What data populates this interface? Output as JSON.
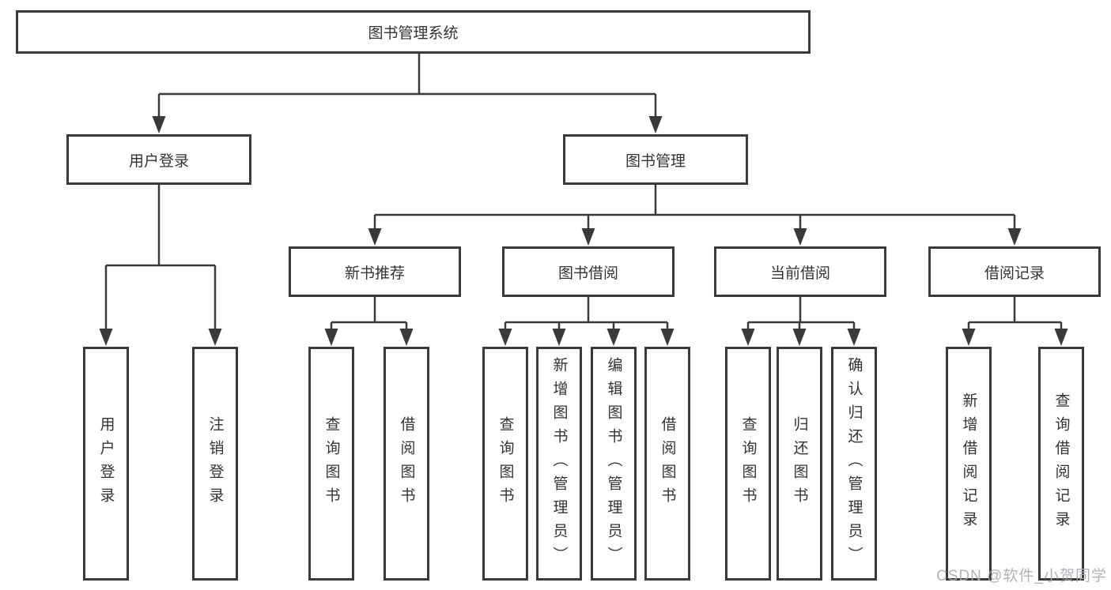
{
  "tree": {
    "label": "图书管理系统",
    "children": [
      {
        "label": "用户登录",
        "children": [
          {
            "label": "用户登录"
          },
          {
            "label": "注销登录"
          }
        ]
      },
      {
        "label": "图书管理",
        "children": [
          {
            "label": "新书推荐",
            "children": [
              {
                "label": "查询图书"
              },
              {
                "label": "借阅图书"
              }
            ]
          },
          {
            "label": "图书借阅",
            "children": [
              {
                "label": "查询图书"
              },
              {
                "label": "新增图书（管理员）"
              },
              {
                "label": "编辑图书（管理员）"
              },
              {
                "label": "借阅图书"
              }
            ]
          },
          {
            "label": "当前借阅",
            "children": [
              {
                "label": "查询图书"
              },
              {
                "label": "归还图书"
              },
              {
                "label": "确认归还（管理员）"
              }
            ]
          },
          {
            "label": "借阅记录",
            "children": [
              {
                "label": "新增借阅记录"
              },
              {
                "label": "查询借阅记录"
              }
            ]
          }
        ]
      }
    ]
  },
  "watermark": {
    "text": "CSDN @软件_小贺同学"
  },
  "colors": {
    "line": "#3a3a3a",
    "text": "#333333",
    "background": "#ffffff",
    "watermark": "#abadb4"
  }
}
